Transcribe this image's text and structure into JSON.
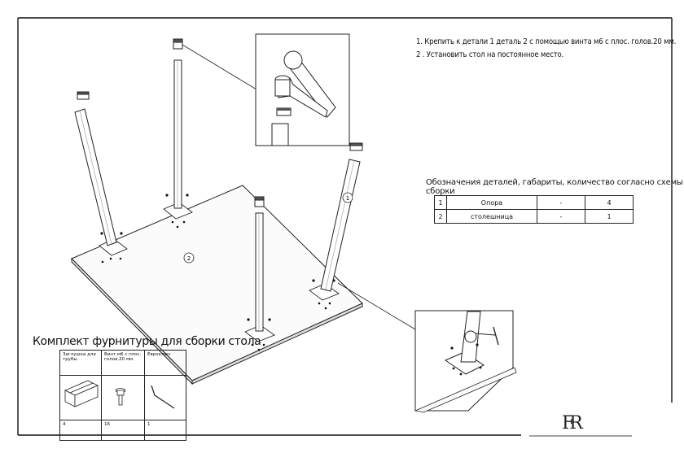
{
  "instructions": [
    "1. Крепить к детали 1 деталь 2 с помощью винта м6 с плос. голов.20 мм.",
    "2 . Установить стол на постоянное место."
  ],
  "details_caption": "Обозначения деталей, габариты, количество согласно схемы сборки",
  "details_table": [
    {
      "num": "1",
      "name": "Опора",
      "dim": "-",
      "qty": "4"
    },
    {
      "num": "2",
      "name": "столешница",
      "dim": "-",
      "qty": "1"
    }
  ],
  "callouts": {
    "leg": "1",
    "top": "2"
  },
  "kit_title": "Комплект фурнитуры для сборки стола",
  "kit_table": [
    {
      "name": "Заглушка для трубы",
      "qty": "4"
    },
    {
      "name": "Винт м6 с плос. голов.20 мм.",
      "qty": "16"
    },
    {
      "name": "Евроключ",
      "qty": "1"
    }
  ],
  "logo": "FR"
}
